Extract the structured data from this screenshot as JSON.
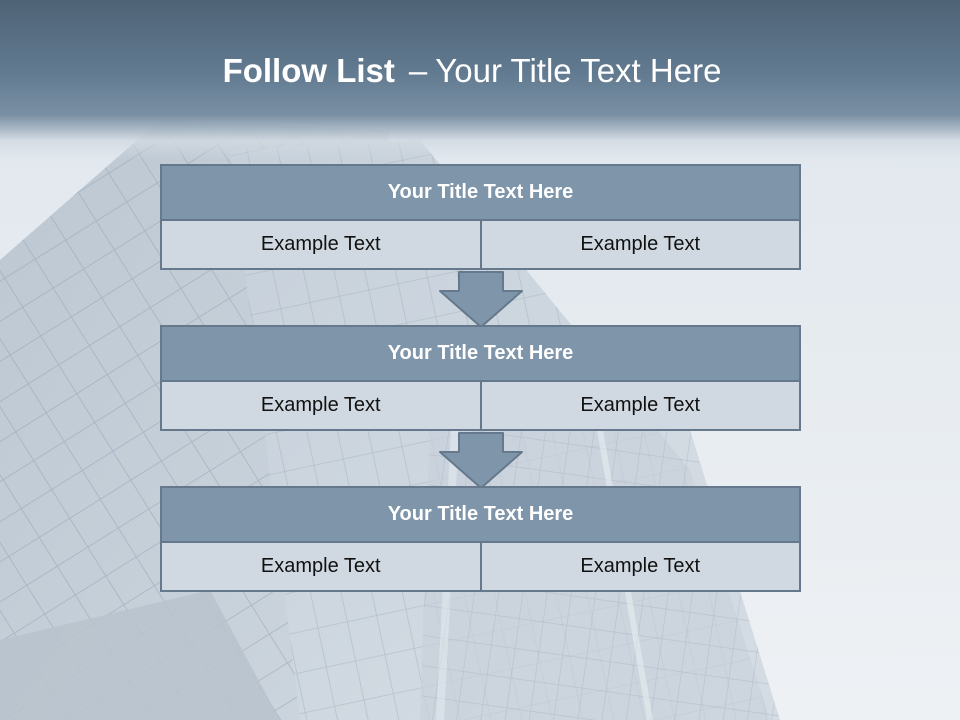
{
  "slide": {
    "title_bold": "Follow List",
    "title_separator": "–",
    "title_rest": "Your Title Text Here"
  },
  "blocks": [
    {
      "title": "Your Title Text Here",
      "left": "Example Text",
      "right": "Example Text"
    },
    {
      "title": "Your Title Text Here",
      "left": "Example Text",
      "right": "Example Text"
    },
    {
      "title": "Your Title Text Here",
      "left": "Example Text",
      "right": "Example Text"
    }
  ],
  "colors": {
    "header": "#5e768c",
    "block_title_fill": "#7f95aa",
    "block_cell_fill": "#d0d9e1",
    "border": "#66798c",
    "arrow_fill": "#7f95aa"
  },
  "icons": {
    "flow_arrow": "down-arrow-icon"
  }
}
